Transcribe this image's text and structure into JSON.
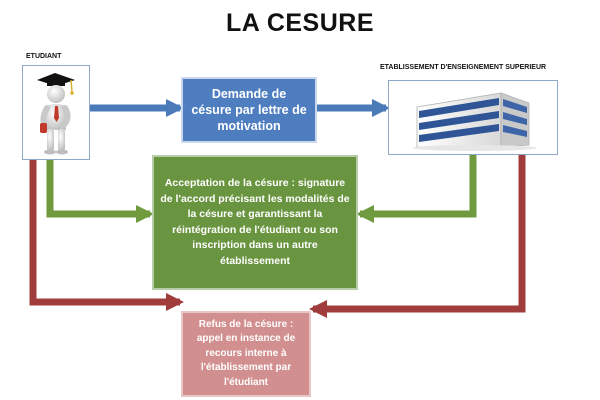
{
  "title": "LA CESURE",
  "actors": {
    "student": {
      "label": "ETUDIANT",
      "icon": "graduate-student-icon"
    },
    "institution": {
      "label": "ETABLISSEMENT D'ENSEIGNEMENT SUPERIEUR",
      "icon": "office-building-icon"
    }
  },
  "steps": {
    "demande": {
      "text": "Demande de césure par lettre de motivation",
      "color": "#4f7ec0"
    },
    "acceptation": {
      "text": "Acceptation de la césure : signature de l'accord précisant les modalités de la césure et garantissant la réintégration de l'étudiant ou son inscription dans un autre établissement",
      "color": "#6a9540"
    },
    "refus": {
      "text": "Refus de la césure : appel en instance de recours interne à l'établissement par l'étudiant",
      "color": "#d28f8f"
    }
  },
  "colors": {
    "request_arrow": "#4a7ab8",
    "accept_arrow": "#6f9a3e",
    "refuse_arrow": "#a03c3c"
  }
}
